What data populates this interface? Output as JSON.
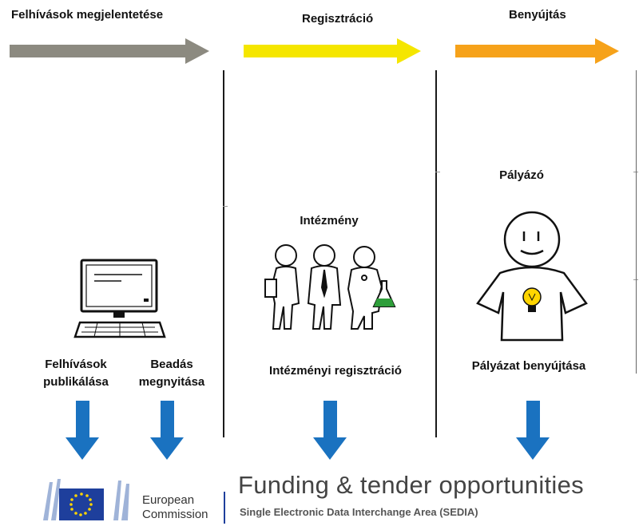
{
  "phases": [
    {
      "title": "Felhívások megjelentetése",
      "arrow_color": "#8c8a80"
    },
    {
      "title": "Regisztráció",
      "arrow_color": "#f5e600"
    },
    {
      "title": "Benyújtás",
      "arrow_color": "#f6a21a"
    }
  ],
  "actors": {
    "institution": "Intézmény",
    "applicant": "Pályázó"
  },
  "steps": {
    "publish": "Felhívások publikálása",
    "open": "Beadás megnyitása",
    "register": "Intézményi regisztráció",
    "submit": "Pályázat benyújtása"
  },
  "colors": {
    "down_arrow": "#1a72c0",
    "eu_blue": "#1e3f9c",
    "eu_star": "#ffd500"
  },
  "footer": {
    "brand_line1": "European",
    "brand_line2": "Commission",
    "portal_title": "Funding & tender opportunities",
    "portal_subtitle": "Single Electronic Data Interchange Area (SEDIA)"
  },
  "icons": [
    "computer-icon",
    "group-of-people-icon",
    "person-with-lightbulb-icon",
    "eu-flag-icon"
  ]
}
